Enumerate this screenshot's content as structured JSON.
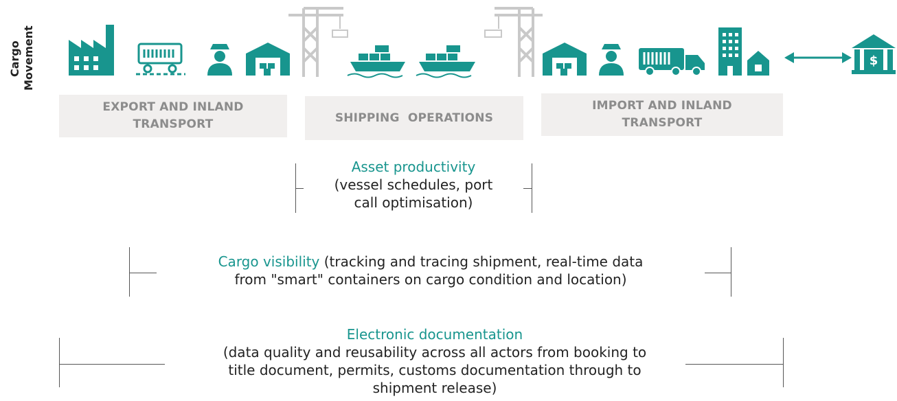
{
  "side_label": {
    "line1": "Cargo",
    "line2": "Movement"
  },
  "colors": {
    "teal": "#18958e",
    "grey_icon": "#c9c9c9",
    "stage_bg": "#f1efee",
    "stage_text": "#8c8c8c"
  },
  "icons": [
    "factory-icon",
    "rail-wagon-icon",
    "customs-officer-icon",
    "warehouse-icon",
    "crane-icon",
    "container-ship-icon",
    "container-ship-icon",
    "crane-icon",
    "warehouse-icon",
    "customs-officer-icon",
    "truck-icon",
    "office-building-icon",
    "house-icon",
    "double-arrow-icon",
    "bank-icon"
  ],
  "stages": {
    "export": {
      "line1": "EXPORT AND INLAND",
      "line2": "TRANSPORT"
    },
    "shipping": {
      "line1": "SHIPPING  OPERATIONS"
    },
    "import": {
      "line1": "IMPORT AND INLAND",
      "line2": "TRANSPORT"
    }
  },
  "asset": {
    "title": "Asset productivity",
    "line1": "(vessel schedules, port",
    "line2": "call optimisation)"
  },
  "cargo": {
    "title": "Cargo visibility",
    "line1_rest": " (tracking and tracing shipment, real-time data",
    "line2": "from \"smart\" containers on cargo condition and location)"
  },
  "edoc": {
    "title": "Electronic documentation",
    "line1": "(data quality and reusability across all actors from booking to",
    "line2": "title document, permits, customs documentation through to",
    "line3": "shipment release)"
  }
}
